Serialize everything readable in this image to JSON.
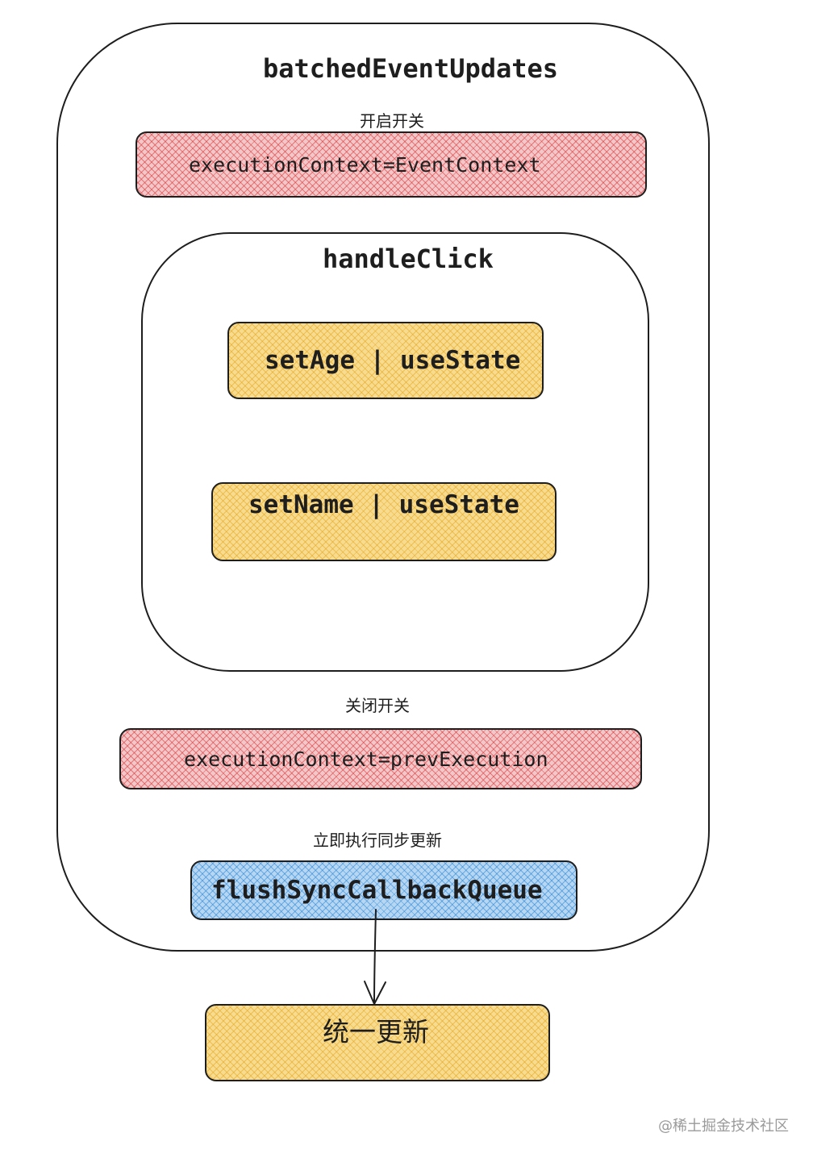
{
  "outer_title": "batchedEventUpdates",
  "label_open": "开启开关",
  "box_set_context": "executionContext=EventContext",
  "inner_title": "handleClick",
  "box_set_age": "setAge | useState",
  "box_set_name": "setName | useState",
  "label_close": "关闭开关",
  "box_restore_context": "executionContext=prevExecution",
  "label_flush": "立即执行同步更新",
  "box_flush": "flushSyncCallbackQueue",
  "box_result": "统一更新",
  "watermark": "@稀土掘金技术社区",
  "colors": {
    "stroke": "#1e1e1e",
    "red_fill": "#f2c7c9",
    "yellow_fill": "#f7dc90",
    "blue_fill": "#b6d6f2"
  }
}
